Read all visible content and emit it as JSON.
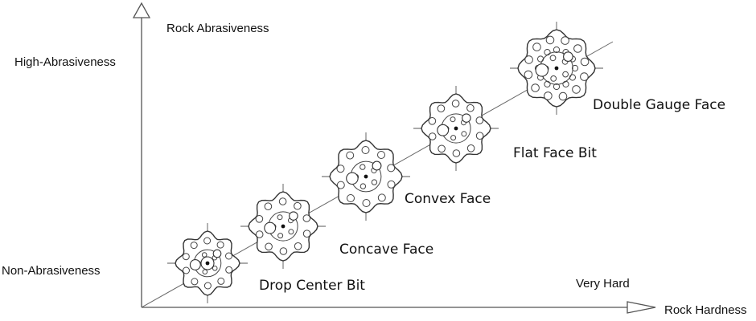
{
  "y_axis": {
    "title": "Rock Abrasiveness",
    "high_label": "High-Abrasiveness",
    "low_label": "Non-Abrasiveness"
  },
  "x_axis": {
    "title": "Rock Hardness",
    "high_label": "Very Hard"
  },
  "bits": [
    {
      "label": "Drop Center Bit",
      "icon": "drop-center-bit-icon"
    },
    {
      "label": "Concave Face",
      "icon": "concave-face-bit-icon"
    },
    {
      "label": "Convex Face",
      "icon": "convex-face-bit-icon"
    },
    {
      "label": "Flat Face Bit",
      "icon": "flat-face-bit-icon"
    },
    {
      "label": "Double Gauge Face",
      "icon": "double-gauge-face-bit-icon"
    }
  ]
}
